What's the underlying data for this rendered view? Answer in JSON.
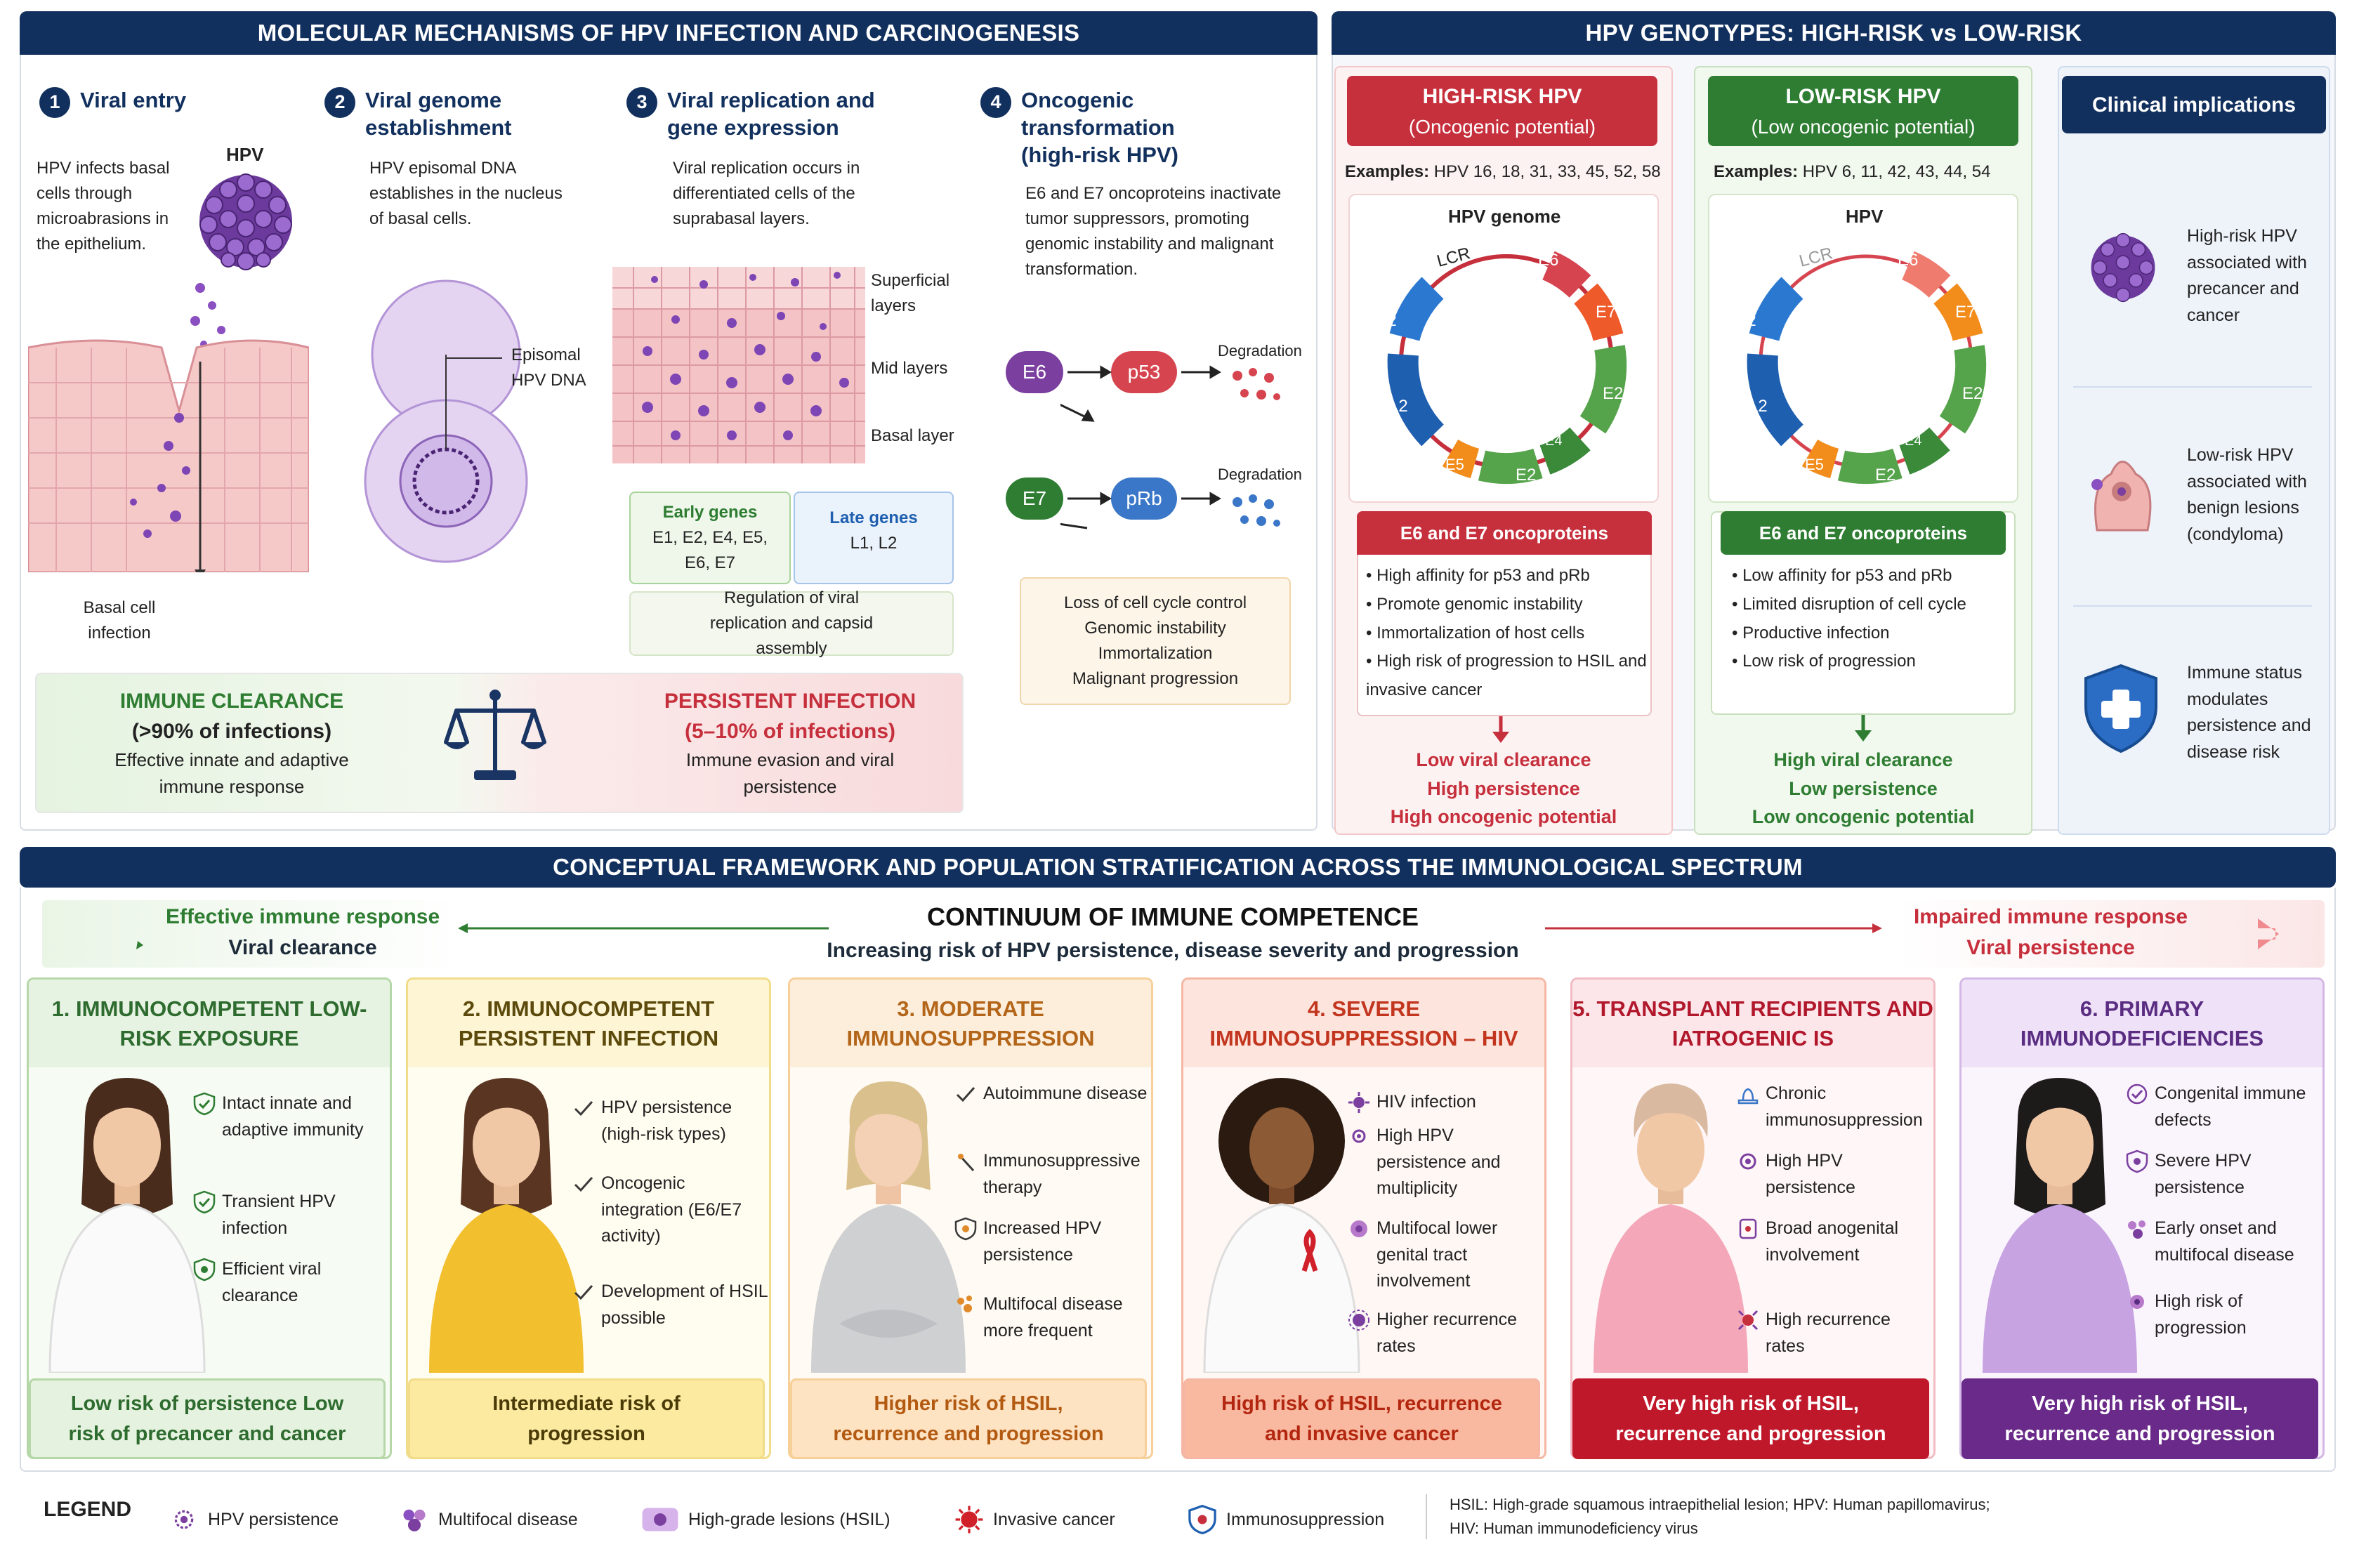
{
  "mech": {
    "title": "MOLECULAR MECHANISMS OF HPV INFECTION AND CARCINOGENESIS",
    "steps": [
      {
        "num": "1",
        "title": "Viral entry",
        "text": "HPV infects basal cells through microabrasions in the epithelium."
      },
      {
        "num": "2",
        "title": "Viral genome establishment",
        "text": "HPV episomal DNA establishes in the nucleus of basal cells."
      },
      {
        "num": "3",
        "title": "Viral replication and gene expression",
        "text": "Viral replication occurs in differentiated cells of the suprabasal layers."
      },
      {
        "num": "4",
        "title": "Oncogenic transformation (high-risk HPV)",
        "text": "E6 and E7 oncoproteins inactivate tumor suppressors, promoting genomic instability and malignant transformation."
      }
    ],
    "hpv_label": "HPV",
    "basal_label": "Basal cell infection",
    "episomal_label": "Episomal HPV DNA",
    "layers": [
      "Superficial layers",
      "Mid layers",
      "Basal layer"
    ],
    "early_genes": {
      "title": "Early genes",
      "text": "E1, E2, E4, E5, E6, E7"
    },
    "late_genes": {
      "title": "Late genes",
      "text": "L1, L2"
    },
    "regulation": "Regulation of viral replication and capsid assembly",
    "e6": "E6",
    "p53": "p53",
    "e7": "E7",
    "prb": "pRb",
    "degradation": "Degradation",
    "outcomes": [
      "Loss of cell cycle control",
      "Genomic instability",
      "Immortalization",
      "Malignant progression"
    ],
    "clearance": {
      "title": "IMMUNE CLEARANCE",
      "pct": "(>90% of infections)",
      "text": "Effective innate and adaptive immune response"
    },
    "persistent": {
      "title": "PERSISTENT INFECTION",
      "pct": "(5–10% of infections)",
      "text": "Immune evasion and viral persistence"
    }
  },
  "genotypes": {
    "title": "HPV GENOTYPES: HIGH-RISK vs LOW-RISK",
    "high": {
      "title": "HIGH-RISK HPV",
      "subtitle": "(Oncogenic potential)",
      "examples_label": "Examples:",
      "examples": "HPV 16, 18, 31, 33, 45, 52, 58",
      "genome_label": "HPV genome",
      "onco_title": "E6 and E7 oncoproteins",
      "bullets": [
        "High affinity for p53 and pRb",
        "Promote genomic instability",
        "Immortalization of host cells",
        "High risk of progression to HSIL and invasive cancer"
      ],
      "outcome": [
        "Low viral clearance",
        "High persistence",
        "High oncogenic potential"
      ]
    },
    "low": {
      "title": "LOW-RISK HPV",
      "subtitle": "(Low oncogenic potential)",
      "examples_label": "Examples:",
      "examples": "HPV 6, 11, 42, 43, 44, 54",
      "genome_label": "HPV",
      "onco_title": "E6 and E7 oncoproteins",
      "bullets": [
        "Low affinity for p53 and pRb",
        "Limited disruption of cell cycle",
        "Productive infection",
        "Low risk of progression"
      ],
      "outcome": [
        "High viral clearance",
        "Low persistence",
        "Low oncogenic potential"
      ]
    },
    "genome_labels": {
      "lcr": "LCR",
      "e6": "E6",
      "e7": "E7",
      "e2a": "E2",
      "e4": "E4",
      "e5": "E5",
      "e2b": "E2",
      "l2a": "L2",
      "l2b": "L2"
    },
    "clinical": {
      "title": "Clinical implications",
      "items": [
        "High-risk HPV associated with precancer and cancer",
        "Low-risk HPV associated with benign lesions (condyloma)",
        "Immune status modulates persistence and disease risk"
      ]
    }
  },
  "framework": {
    "title": "CONCEPTUAL FRAMEWORK AND POPULATION STRATIFICATION ACROSS THE IMMUNOLOGICAL SPECTRUM",
    "left": [
      "Effective immune response",
      "Viral clearance"
    ],
    "center": [
      "CONTINUUM OF IMMUNE COMPETENCE",
      "Increasing risk of HPV persistence, disease severity and progression"
    ],
    "right": [
      "Impaired immune response",
      "Viral persistence"
    ],
    "cards": [
      {
        "title": "1. IMMUNOCOMPETENT LOW-RISK EXPOSURE",
        "features": [
          "Intact innate and adaptive immunity",
          "Transient HPV infection",
          "Efficient viral clearance"
        ],
        "footer": "Low risk of persistence Low risk of precancer and cancer"
      },
      {
        "title": "2. IMMUNOCOMPETENT PERSISTENT INFECTION",
        "features": [
          "HPV persistence (high-risk types)",
          "Oncogenic integration (E6/E7 activity)",
          "Development of HSIL possible"
        ],
        "footer": "Intermediate risk of progression"
      },
      {
        "title": "3. MODERATE IMMUNOSUPPRESSION",
        "features": [
          "Autoimmune disease",
          "Immunosuppressive therapy",
          "Increased HPV persistence",
          "Multifocal disease more frequent"
        ],
        "footer": "Higher risk of HSIL, recurrence and progression"
      },
      {
        "title": "4. SEVERE IMMUNOSUPPRESSION – HIV",
        "features": [
          "HIV infection",
          "High HPV persistence and multiplicity",
          "Multifocal lower genital tract involvement",
          "Higher recurrence rates"
        ],
        "footer": "High risk of HSIL, recurrence and invasive cancer"
      },
      {
        "title": "5. TRANSPLANT RECIPIENTS AND IATROGENIC IS",
        "features": [
          "Chronic immunosuppression",
          "High HPV persistence",
          "Broad anogenital involvement",
          "High recurrence rates"
        ],
        "footer": "Very high risk of HSIL, recurrence and progression"
      },
      {
        "title": "6. PRIMARY IMMUNODEFICIENCIES",
        "features": [
          "Congenital immune defects",
          "Severe HPV persistence",
          "Early onset and multifocal disease",
          "High risk of progression"
        ],
        "footer": "Very high risk of HSIL, recurrence and progression"
      }
    ]
  },
  "legend": {
    "title": "LEGEND",
    "items": [
      "HPV persistence",
      "Multifocal disease",
      "High-grade lesions (HSIL)",
      "Invasive cancer",
      "Immunosuppression"
    ],
    "note1": "HSIL: High-grade squamous intraepithelial lesion; HPV: Human papillomavirus;",
    "note2": "HIV: Human immunodeficiency virus"
  },
  "colors": {
    "navy": "#12305e",
    "red": "#c62f3c",
    "green": "#2e7d32",
    "purple": "#7b3fa0"
  }
}
